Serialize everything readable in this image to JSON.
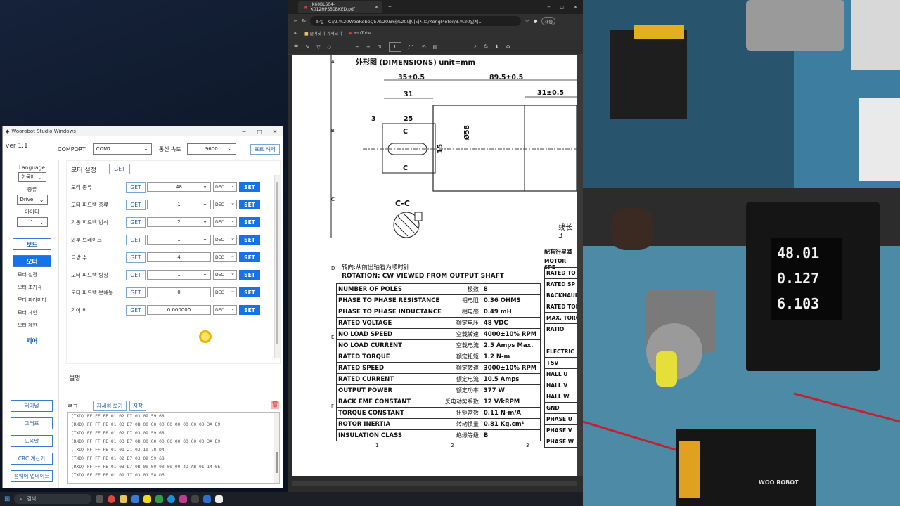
{
  "woorobot": {
    "title": "Woorobot Studio Windows",
    "version": "ver 1.1",
    "comport_label": "COMPORT",
    "comport_value": "COM7",
    "baud_label": "통신 속도",
    "baud_value": "9600",
    "disconnect_button": "포트 해제",
    "language_label": "Language",
    "language_value": "한국어",
    "type_label": "종류",
    "type_value": "Drive",
    "id_label": "아이디",
    "id_value": "1",
    "nav_board": "보드",
    "nav_motor": "모터",
    "submenu": [
      "모터 설정",
      "모터 초기각",
      "모터 파라미터",
      "모터 게인",
      "모터 제한"
    ],
    "nav_control": "제어",
    "bottom_buttons": [
      "터미널",
      "그래프",
      "도움말",
      "CRC 계산기",
      "펌웨어 업데이트"
    ],
    "section_title": "모터 설정",
    "get_label": "GET",
    "set_label": "SET",
    "dec_label": "DEC",
    "params": [
      {
        "label": "모터 종류",
        "value": "48",
        "select": true,
        "dec": true
      },
      {
        "label": "모터 피드백 종류",
        "value": "1",
        "select": true,
        "dec": true
      },
      {
        "label": "기동 피드백 방식",
        "value": "2",
        "select": true,
        "dec": true
      },
      {
        "label": "외부 브레이크",
        "value": "1",
        "select": true,
        "dec": true
      },
      {
        "label": "극쌍 수",
        "value": "4",
        "select": false,
        "dec": true
      },
      {
        "label": "모터 피드백 방향",
        "value": "1",
        "select": true,
        "dec": true
      },
      {
        "label": "모터 피드백 분해능",
        "value": "0",
        "select": false,
        "dec": true
      },
      {
        "label": "기어 비",
        "value": "0.000000",
        "select": false,
        "dec": true
      }
    ],
    "desc_title": "설명",
    "log_label": "로그",
    "log_detail_button": "자세히 보기",
    "log_save_button": "저장",
    "log_lines": [
      "(TXD) FF FF FE 01 02 D7 03 09 59 68",
      "(RXD) FF FF FE 01 03 D7 0B 00 00 00 00 00 00 00 00 3A E9",
      "(TXD) FF FF FE 01 02 D7 03 09 59 68",
      "(RXD) FF FF FE 01 03 D7 0B 00 00 00 00 00 00 00 00 3A E9",
      "(TXD) FF FF FE 01 01 21 03 10 78 D4",
      "(TXD) FF FF FE 01 02 D7 03 09 59 68",
      "(RXD) FF FF FE 01 03 D7 0B 00 00 00 00 00 4D AB 01 14 0E",
      "(TXD) FF FF FE 01 01 17 03 01 58 D6"
    ]
  },
  "browser": {
    "tab_title": "JK60BLS04-X012HPS50BKED.pdf",
    "address_prefix": "파일",
    "address": "C:/2.%20WooRobot/5.%20모터%20데이터시트/KongMotor/3.%20일체...",
    "bookmark_1": "즐겨찾기 가져오기",
    "bookmark_2": "YouTube",
    "page_current": "1",
    "page_total": "/ 1",
    "profile_label": "재동"
  },
  "pdf": {
    "heading": "外形图 (DIMENSIONS)   unit=mm",
    "dims": [
      "35±0.5",
      "89.5±0.5",
      "31",
      "31±0.5",
      "3",
      "25",
      "C",
      "C",
      "C-C",
      "Ø58",
      "15"
    ],
    "side_text_1": "线长3",
    "side_text_2": "配有行星减",
    "side_text_3": "MOTOR SPE",
    "rotation_cn": "转向:从前出轴看为顺时针",
    "rotation_en": "ROTATION: CW  VIEWED  FROM OUTPUT SHAFT",
    "row_letters": [
      "A",
      "B",
      "C",
      "D",
      "E",
      "F"
    ],
    "col_numbers": [
      "1",
      "2",
      "3"
    ],
    "spec_rows": [
      [
        "NUMBER OF POLES",
        "极数",
        "8"
      ],
      [
        "PHASE  TO PHASE RESISTANCE",
        "相电阻",
        "0.36 OHMS"
      ],
      [
        "PHASE  TO PHASE INDUCTANCE",
        "相电感",
        "0.49 mH"
      ],
      [
        "RATED VOLTAGE",
        "额定电压",
        "48 VDC"
      ],
      [
        "NO LOAD SPEED",
        "空载转速",
        "4000±10% RPM"
      ],
      [
        "NO LOAD CURRENT",
        "空载电流",
        "2.5 Amps Max."
      ],
      [
        "RATED TORQUE",
        "额定扭矩",
        "1.2 N-m"
      ],
      [
        "RATED SPEED",
        "额定转速",
        "3000±10% RPM"
      ],
      [
        "RATED CURRENT",
        "额定电流",
        "10.5 Amps"
      ],
      [
        "OUTPUT POWER",
        "额定功率",
        "377 W"
      ],
      [
        "BACK EMF CONSTANT",
        "反电动势系数",
        "12 V/kRPM"
      ],
      [
        "TORQUE CONSTANT",
        "扭矩常数",
        "0.11 N-m/A"
      ],
      [
        "ROTOR INERTIA",
        "转动惯量",
        "0.81 Kg.cm²"
      ],
      [
        "INSULATION CLASS",
        "绝缘等级",
        "B"
      ]
    ],
    "spec_right": [
      "RATED TO",
      "RATED SP",
      "BACKHAUL",
      "RATED TORQ",
      "MAX. TORQUE",
      "RATIO",
      "",
      "ELECTRIC",
      "+5V",
      "HALL U",
      "HALL V",
      "HALL W",
      "GND",
      "PHASE U",
      "PHASE V",
      "PHASE W"
    ]
  },
  "camera": {
    "psu_volts": "48.01",
    "psu_amps": "0.127",
    "psu_watts": "6.103",
    "board_label": "WOO ROBOT"
  },
  "taskbar": {
    "search": "검색"
  }
}
